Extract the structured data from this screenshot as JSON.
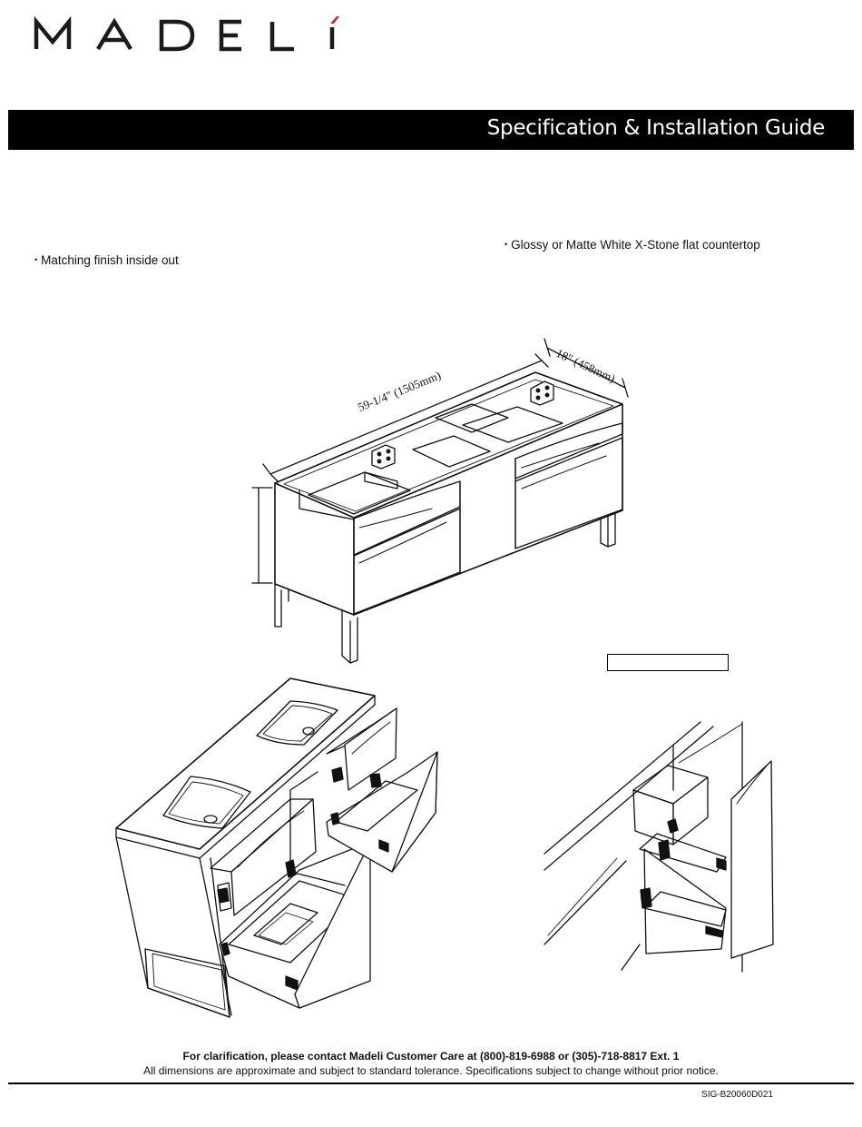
{
  "brand": {
    "name": "MADELÍ"
  },
  "banner": {
    "title": "Specification & Installation Guide"
  },
  "features": {
    "left": "Matching finish inside out",
    "right": "Glossy or Matte White X-Stone flat countertop"
  },
  "dimensions": {
    "width": "59-1/4\" (1505mm)",
    "depth": "18\" (458mm)"
  },
  "footer": {
    "contact": "For clarification, please contact Madeli Customer Care at (800)-819-6988 or (305)-718-8817 Ext. 1",
    "disclaimer": "All dimensions are approximate and subject to standard tolerance.  Specifications subject to change without prior notice.",
    "doc_code": "SIG-B20060D021"
  },
  "colors": {
    "banner_bg": "#000000",
    "logo_accent": "#d62027"
  }
}
